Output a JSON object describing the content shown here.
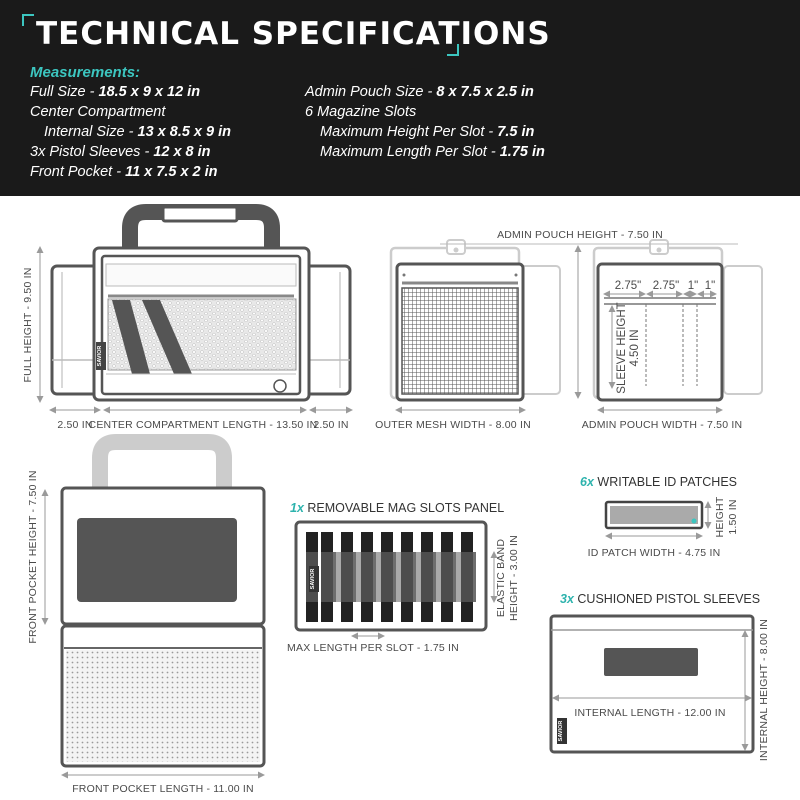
{
  "header": {
    "title": "TECHNICAL SPECIFICATIONS",
    "measurements_label": "Measurements:",
    "specs": [
      {
        "label": "Full Size - ",
        "value": "18.5 x 9 x 12 in"
      },
      {
        "label": "Center Compartment",
        "value": ""
      },
      {
        "label": "Internal Size - ",
        "value": "13 x 8.5 x 9 in"
      },
      {
        "label": "3x Pistol Sleeves - ",
        "value": "12 x 8 in"
      },
      {
        "label": "Front Pocket - ",
        "value": "11 x 7.5 x 2 in"
      },
      {
        "label": "Admin Pouch Size - ",
        "value": "8 x 7.5 x 2.5 in"
      },
      {
        "label": "6 Magazine Slots",
        "value": ""
      },
      {
        "label": "Maximum Height Per Slot - ",
        "value": "7.5 in"
      },
      {
        "label": "Maximum Length Per Slot - ",
        "value": "1.75 in"
      }
    ]
  },
  "brand": "SAVIOR",
  "dimensions": {
    "full_height": "FULL HEIGHT - 9.50 IN",
    "side_left": "2.50 IN",
    "center_length": "CENTER COMPARTMENT LENGTH - 13.50 IN",
    "side_right": "2.50 IN",
    "admin_pouch_height": "ADMIN POUCH HEIGHT - 7.50 IN",
    "outer_mesh_width": "OUTER MESH WIDTH - 8.00 IN",
    "admin_pouch_width": "ADMIN POUCH WIDTH - 7.50 IN",
    "slot_widths": [
      "2.75\"",
      "2.75\"",
      "1\"",
      "1\""
    ],
    "sleeve_height_label": "SLEEVE HEIGHT",
    "sleeve_height_value": "4.50 IN",
    "front_pocket_height": "FRONT POCKET HEIGHT - 7.50 IN",
    "front_pocket_length": "FRONT POCKET LENGTH - 11.00 IN",
    "mag_panel_count": "1x",
    "mag_panel_title": "REMOVABLE MAG SLOTS PANEL",
    "elastic_band_label": "ELASTIC BAND",
    "elastic_band_value": "HEIGHT - 3.00 IN",
    "max_length_per_slot": "MAX LENGTH PER SLOT - 1.75 IN",
    "id_count": "6x",
    "id_title": "WRITABLE ID PATCHES",
    "id_height_label": "HEIGHT",
    "id_height_value": "1.50 IN",
    "id_width": "ID PATCH WIDTH - 4.75 IN",
    "sleeve_count": "3x",
    "sleeve_title": "CUSHIONED PISTOL SLEEVES",
    "internal_length": "INTERNAL LENGTH - 12.00 IN",
    "internal_height": "INTERNAL HEIGHT - 8.00 IN"
  }
}
